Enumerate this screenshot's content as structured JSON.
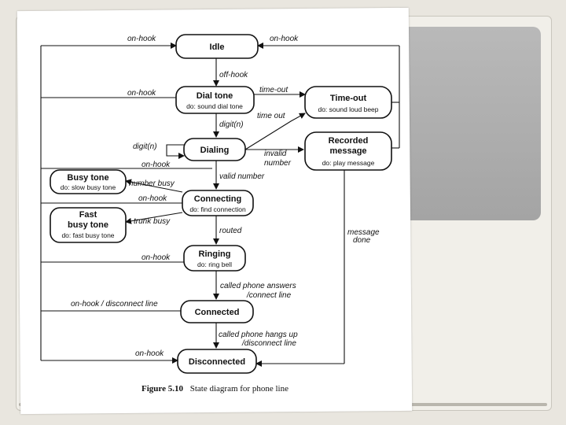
{
  "states": {
    "idle": {
      "name": "Idle"
    },
    "dial_tone": {
      "name": "Dial tone",
      "activity": "do: sound dial tone"
    },
    "time_out": {
      "name": "Time-out",
      "activity": "do: sound loud beep"
    },
    "dialing": {
      "name": "Dialing"
    },
    "recorded": {
      "name_line1": "Recorded",
      "name_line2": "message",
      "activity": "do: play message"
    },
    "busy_tone": {
      "name": "Busy tone",
      "activity": "do: slow busy tone"
    },
    "connecting": {
      "name": "Connecting",
      "activity": "do: find connection"
    },
    "fast_busy": {
      "name_line1": "Fast",
      "name_line2": "busy tone",
      "activity": "do: fast busy tone"
    },
    "ringing": {
      "name": "Ringing",
      "activity": "do: ring bell"
    },
    "connected": {
      "name": "Connected"
    },
    "disconnected": {
      "name": "Disconnected"
    }
  },
  "transitions": {
    "on_hook": "on-hook",
    "off_hook": "off-hook",
    "time_out": "time-out",
    "time_out2": "time out",
    "digit_n": "digit(n)",
    "invalid": "invalid",
    "number": "number",
    "valid_number": "valid number",
    "number_busy": "number busy",
    "trunk_busy": "trunk busy",
    "routed": "routed",
    "message": "message",
    "done": "done",
    "called_answers": "called phone answers",
    "connect_line": "/connect line",
    "on_hook_disconnect": "on-hook / disconnect line",
    "called_hangs_up": "called phone hangs up",
    "disconnect_line": "/disconnect line"
  },
  "caption": {
    "label": "Figure 5.10",
    "text": "State diagram for phone line"
  }
}
